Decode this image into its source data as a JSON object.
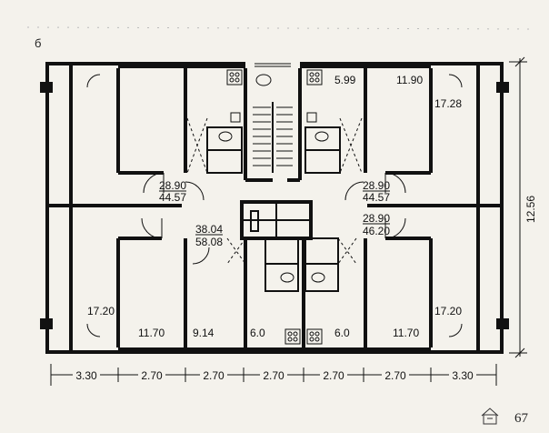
{
  "figure_label": "б",
  "page_number": "67",
  "areas": {
    "top_mid_right": "5.99",
    "top_right": "11.90",
    "right_upper": "17.28",
    "left_mid_a": "28.90",
    "left_mid_b": "44.57",
    "right_mid_a": "28.90",
    "right_mid_b": "44.57",
    "center_a": "38.04",
    "center_b": "58.08",
    "right_center_a": "28.90",
    "right_center_b": "46.20",
    "left_lower": "17.20",
    "bottom_1": "11.70",
    "bottom_2": "9.14",
    "bottom_3": "6.0",
    "bottom_4": "6.0",
    "bottom_5": "11.70",
    "right_lower": "17.20"
  },
  "dimensions": {
    "depth": "12.56",
    "bays": [
      "3.30",
      "2.70",
      "2.70",
      "2.70",
      "2.70",
      "2.70",
      "3.30"
    ]
  }
}
